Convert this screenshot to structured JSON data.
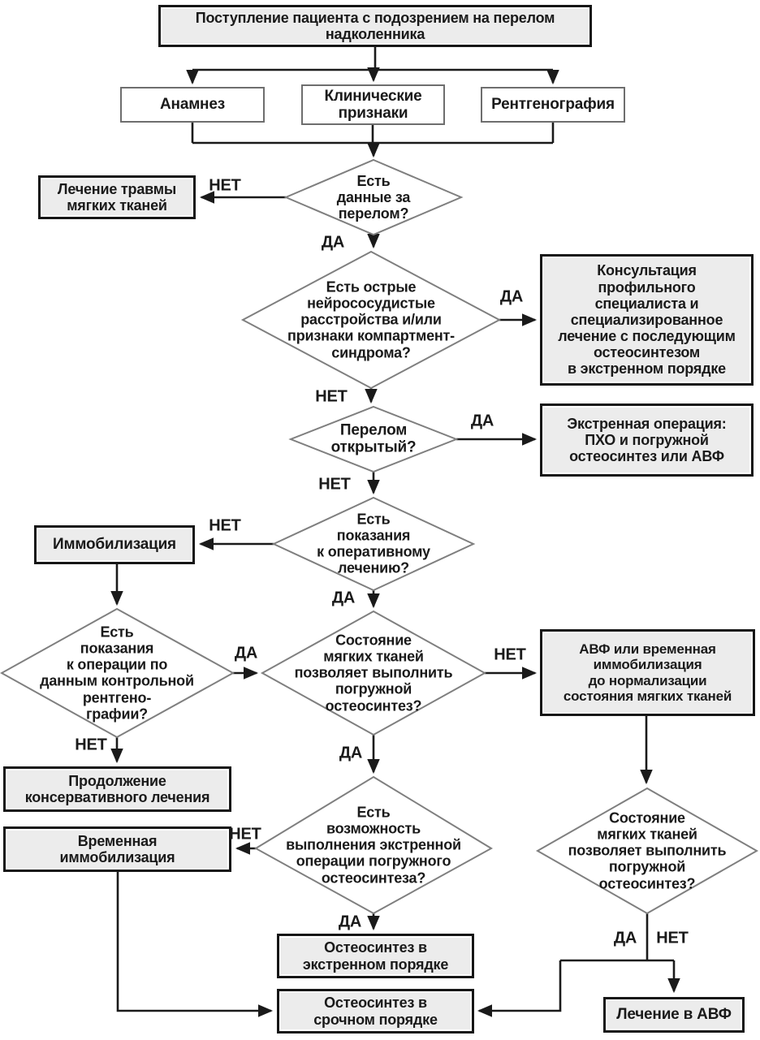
{
  "labels": {
    "yes": "ДА",
    "no": "НЕТ"
  },
  "colors": {
    "box_fill": "#ececec",
    "box_border": "#161616",
    "diamond_border": "#7f7f7f",
    "connector": "#1a1a1a",
    "text": "#1a1a1a"
  },
  "nodes": {
    "admission": {
      "label": "Поступление пациента с подозрением на перелом\nнадколенника"
    },
    "anamnesis": {
      "label": "Анамнез"
    },
    "clinical_signs": {
      "label": "Клинические\nпризнаки"
    },
    "radiography": {
      "label": "Рентгенография"
    },
    "soft_tissue_treatment": {
      "label": "Лечение травмы\nмягких тканей"
    },
    "d_fracture_evidence": {
      "label": "Есть\nданные за\nперелом?"
    },
    "consultation": {
      "label": "Консультация\nпрофильного\nспециалиста и\nспециализированное\nлечение с последующим\nостеосинтезом\nв экстренном порядке"
    },
    "d_neurovascular": {
      "label": "Есть острые\nнейрососудистые\nрасстройства и/или\nпризнаки компартмент-\nсиндрома?"
    },
    "emergency_surgery": {
      "label": "Экстренная операция:\nПХО и погружной\nостеосинтез или АВФ"
    },
    "d_open_fracture": {
      "label": "Перелом\nоткрытый?"
    },
    "immobilization": {
      "label": "Иммобилизация"
    },
    "d_operative_indications": {
      "label": "Есть\nпоказания\nк оперативному\nлечению?"
    },
    "d_control_xray": {
      "label": "Есть\nпоказания\nк операции по\nданным контрольной\nрентгено-\nграфии?"
    },
    "d_soft_tissue_mid": {
      "label": "Состояние\nмягких тканей\nпозволяет выполнить\nпогружной\nостеосинтез?"
    },
    "avf_or_temp_immobilization": {
      "label": "АВФ или временная\nиммобилизация\nдо нормализации\nсостояния мягких тканей"
    },
    "conservative_continuation": {
      "label": "Продолжение\nконсервативного лечения"
    },
    "temporary_immobilization": {
      "label": "Временная\nиммобилизация"
    },
    "d_urgent_surgery_possible": {
      "label": "Есть\nвозможность\nвыполнения экстренной\nоперации погружного\nостеосинтеза?"
    },
    "d_soft_tissue_right": {
      "label": "Состояние\nмягких тканей\nпозволяет выполнить\nпогружной\nостеосинтез?"
    },
    "osteosynthesis_emergency": {
      "label": "Остеосинтез в\nэкстренном порядке"
    },
    "osteosynthesis_urgent": {
      "label": "Остеосинтез в\nсрочном порядке"
    },
    "avf_treatment": {
      "label": "Лечение в АВФ"
    }
  }
}
